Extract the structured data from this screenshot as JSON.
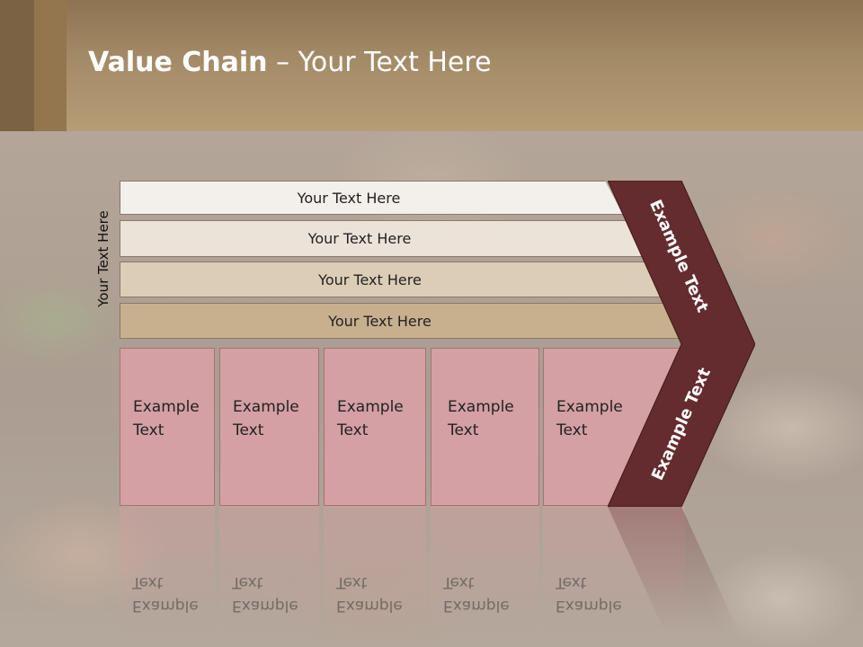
{
  "title": {
    "bold": "Value Chain",
    "rest": " – Your Text Here"
  },
  "side_label": "Your Text Here",
  "bands": [
    "Your Text Here",
    "Your Text Here",
    "Your Text Here",
    "Your Text Here"
  ],
  "boxes": [
    {
      "line1": "Example",
      "line2": "Text"
    },
    {
      "line1": "Example",
      "line2": "Text"
    },
    {
      "line1": "Example",
      "line2": "Text"
    },
    {
      "line1": "Example",
      "line2": "Text"
    },
    {
      "line1": "Example",
      "line2": "Text"
    }
  ],
  "chevron": {
    "upper": "Example Text",
    "lower": "Example Text"
  },
  "colors": {
    "chevron": "#642c2e",
    "boxes": "#d4a0a3",
    "header": "#a48b67"
  }
}
